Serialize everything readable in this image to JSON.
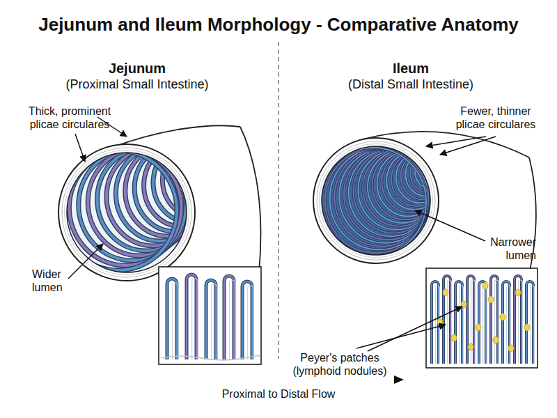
{
  "diagram": {
    "title": "Jejunum and Ileum Morphology - Comparative Anatomy",
    "labels": [
      "Jejunum",
      "(Proximal Small Intestine)",
      "Ileum",
      "(Distal Small Intestine)",
      "Thick, prominent plicae circulares",
      "Fewer, thinner plicae circulares",
      "Narrower lumen",
      "Wider lumen",
      "Peyer's patches (lymphoid nodules)",
      "Proximal to Distal Flow"
    ]
  }
}
